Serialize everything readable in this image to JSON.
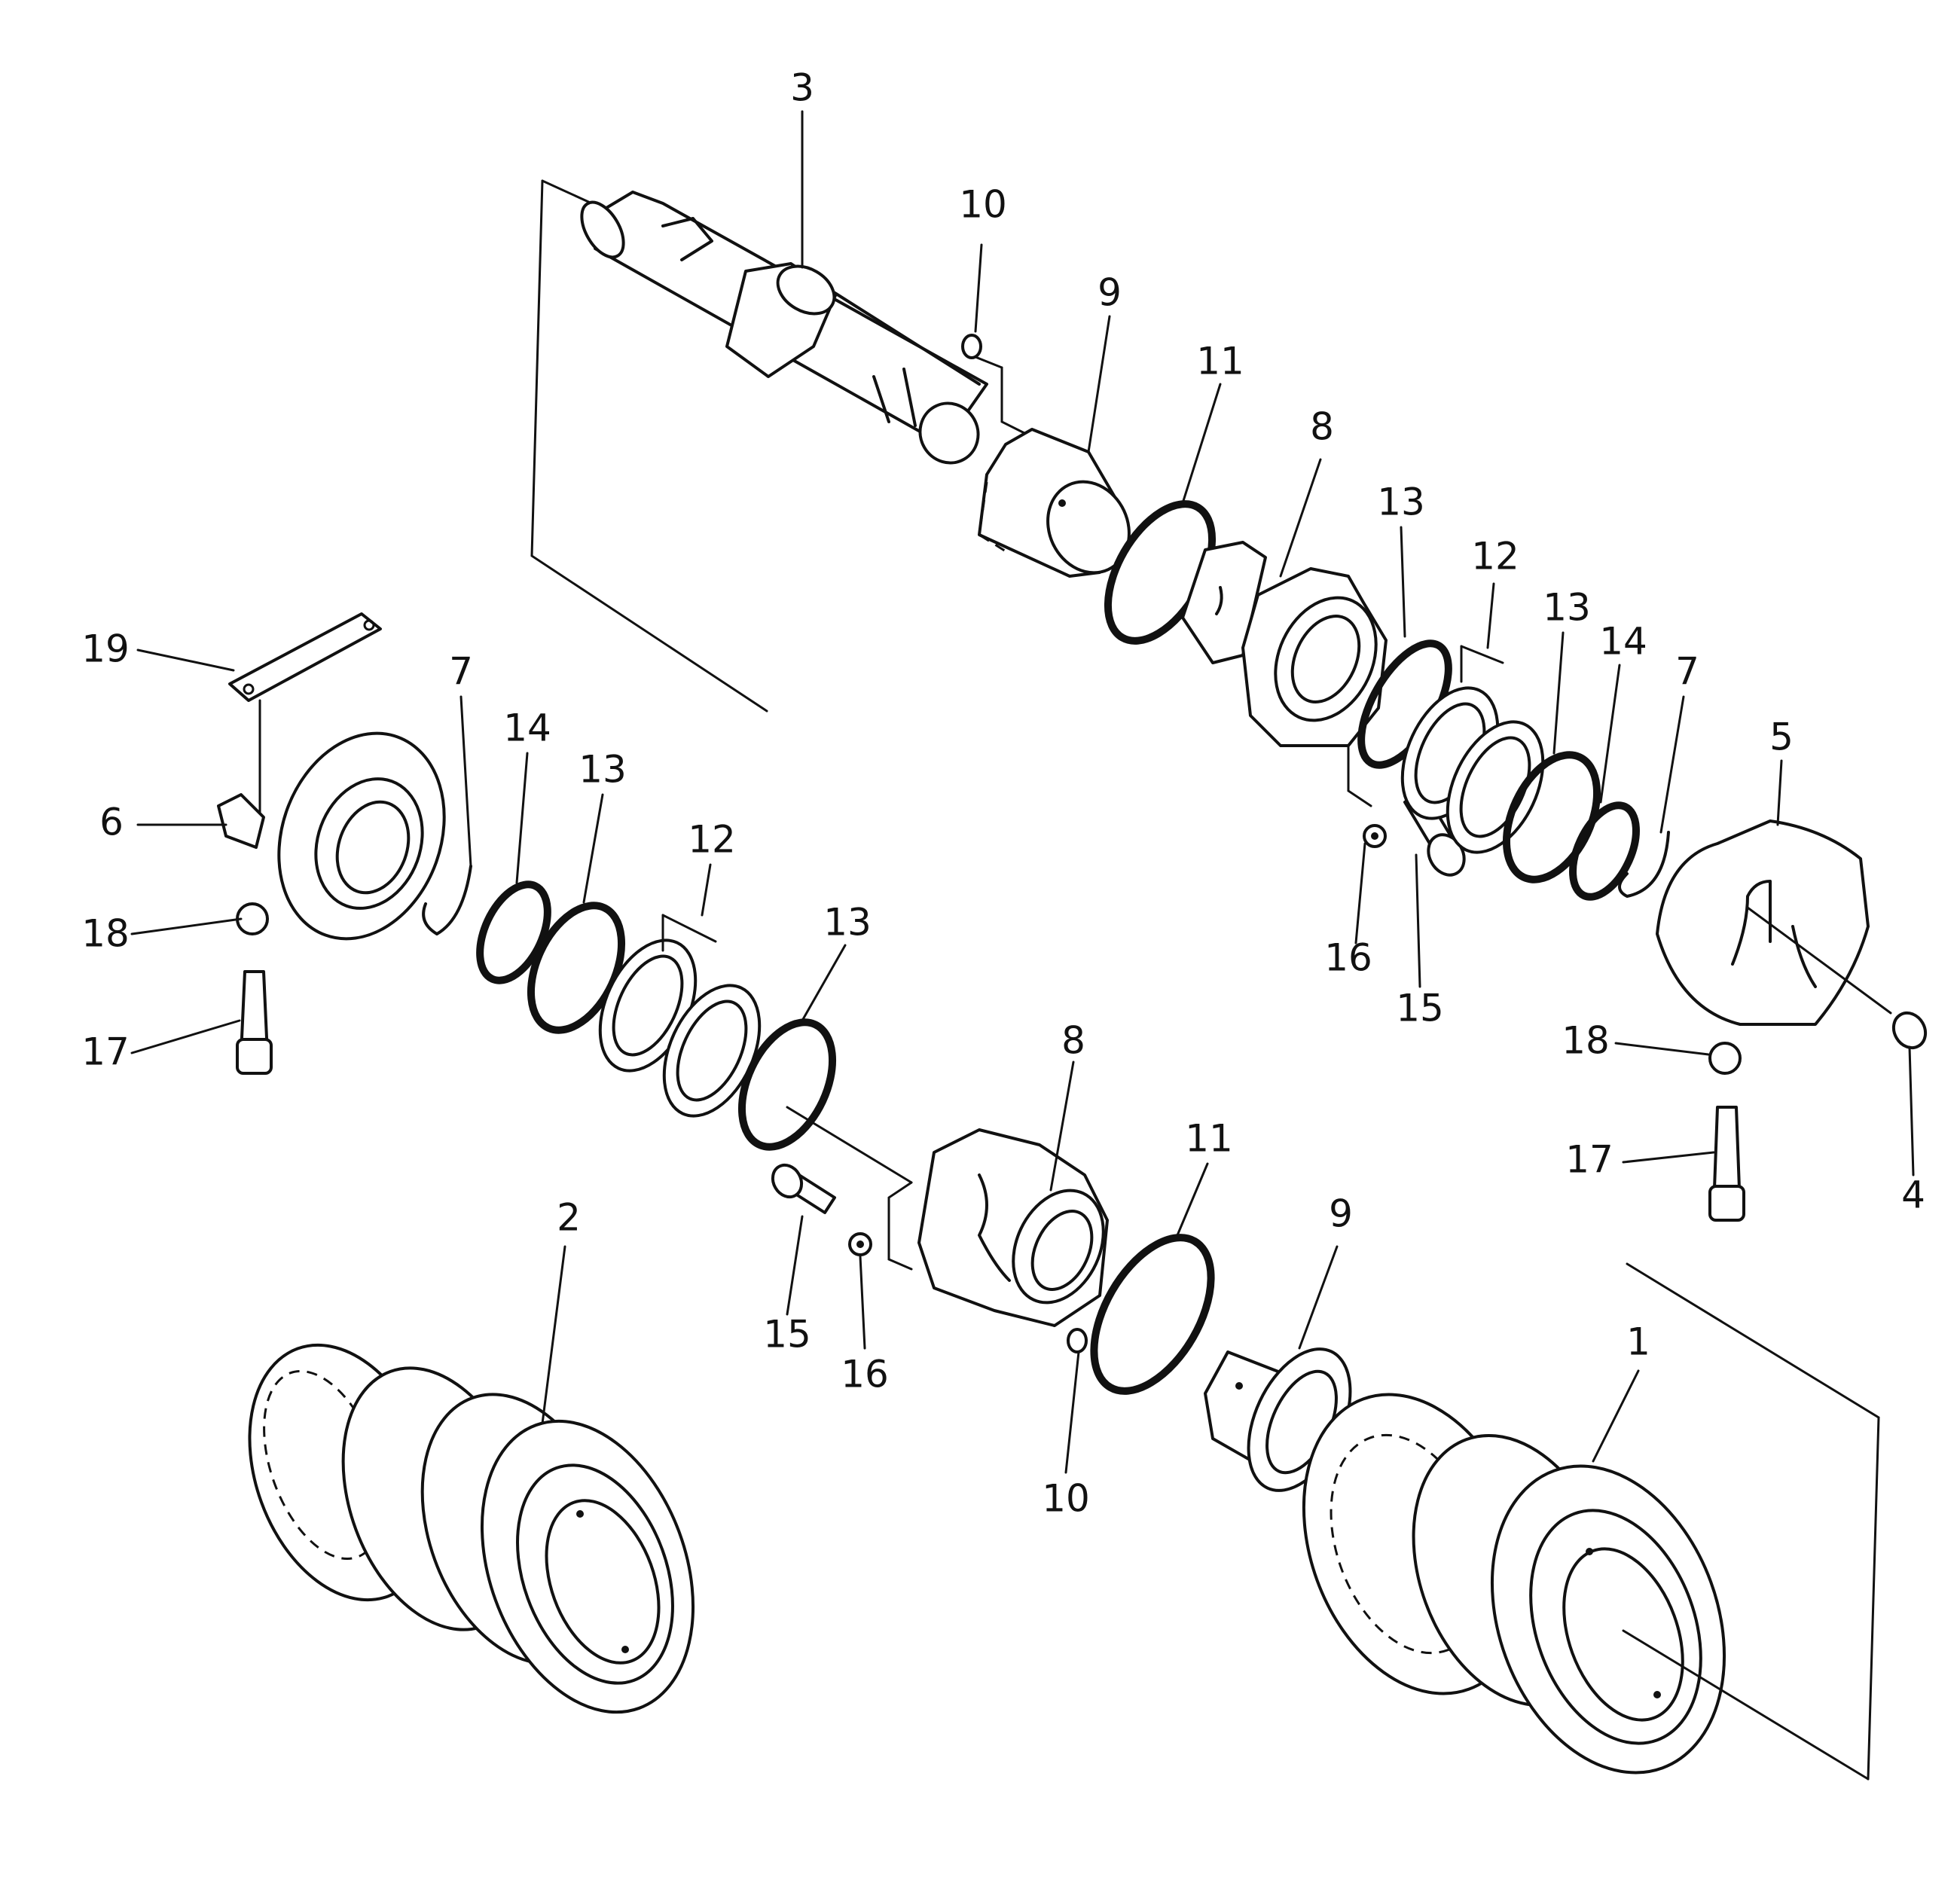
{
  "callouts": {
    "c1": "1",
    "c2": "2",
    "c3": "3",
    "c4": "4",
    "c5": "5",
    "c6": "6",
    "c7a": "7",
    "c7b": "7",
    "c8a": "8",
    "c8b": "8",
    "c9a": "9",
    "c9b": "9",
    "c10a": "10",
    "c10b": "10",
    "c11a": "11",
    "c11b": "11",
    "c12a": "12",
    "c12b": "12",
    "c13a": "13",
    "c13b": "13",
    "c13c": "13",
    "c13d": "13",
    "c14a": "14",
    "c14b": "14",
    "c15a": "15",
    "c15b": "15",
    "c16a": "16",
    "c16b": "16",
    "c17a": "17",
    "c17b": "17",
    "c18a": "18",
    "c18b": "18",
    "c19": "19"
  }
}
